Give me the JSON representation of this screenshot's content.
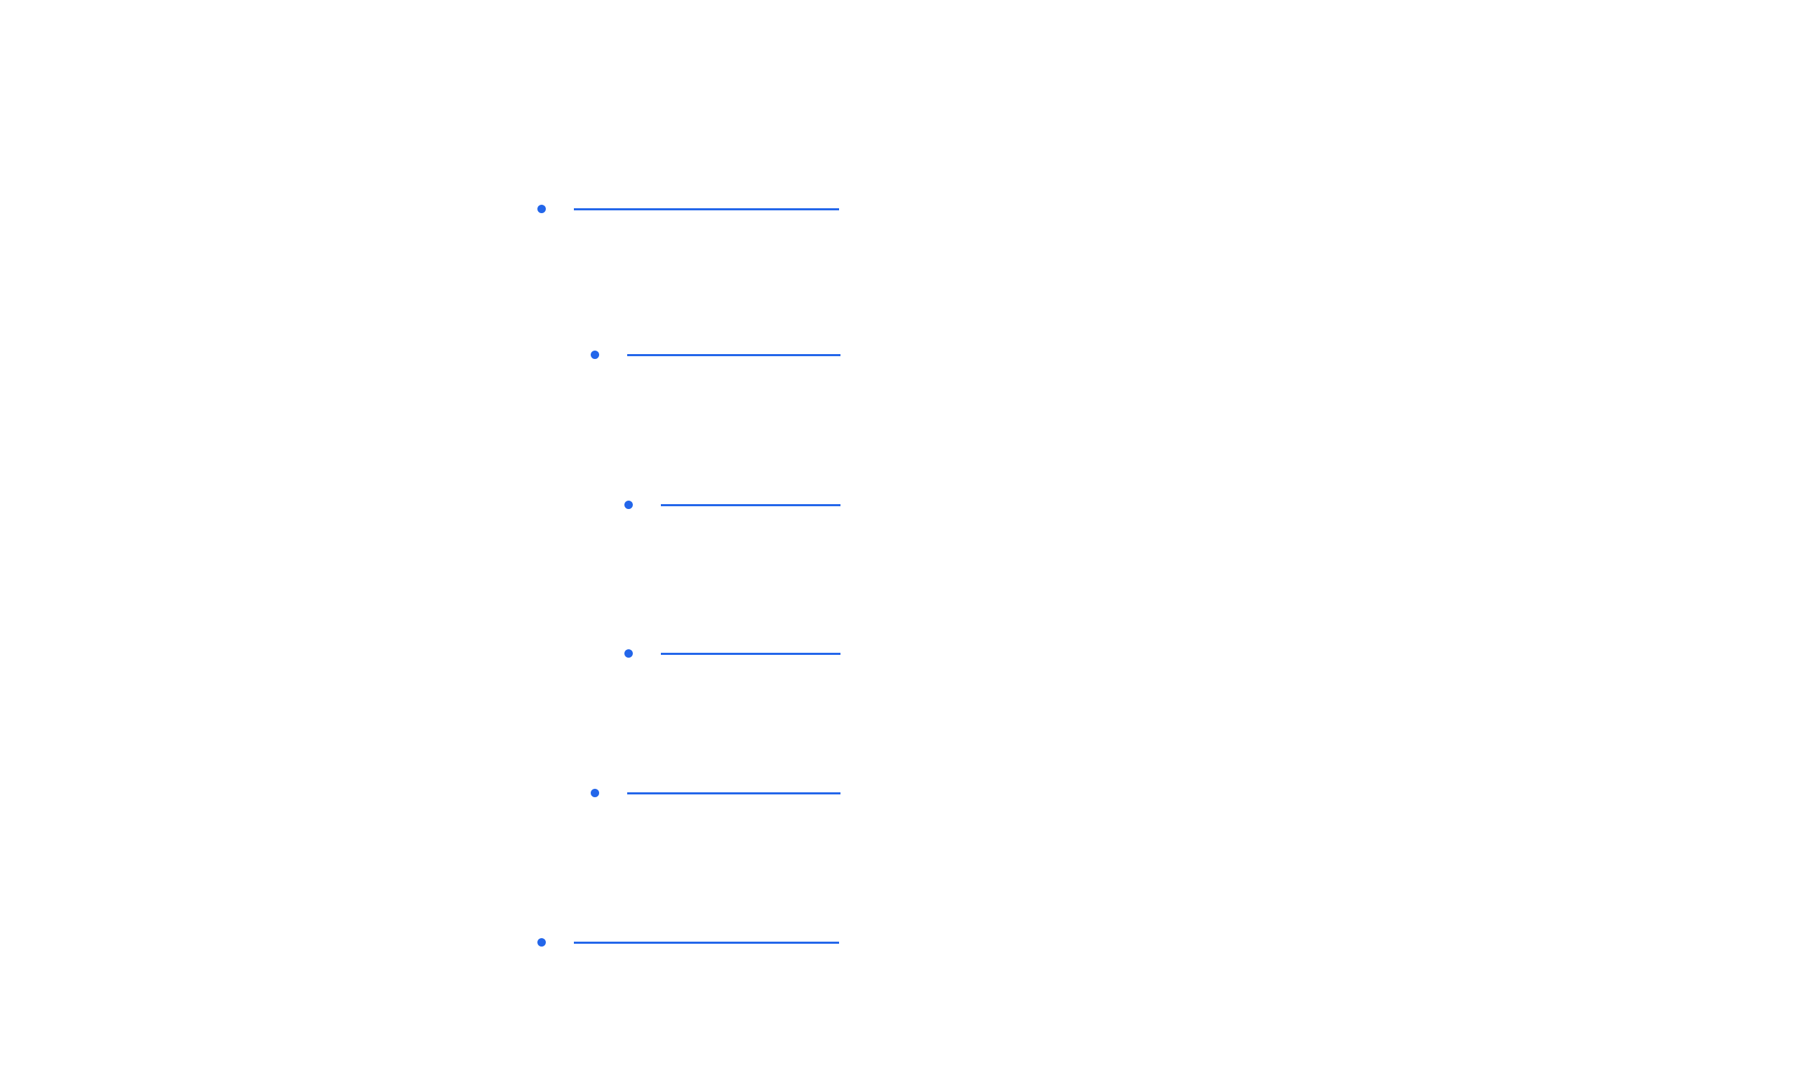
{
  "colors": {
    "accent": "#2366ea",
    "background": "#ffffff"
  },
  "list": {
    "items": [
      {
        "level": 1,
        "label": ""
      },
      {
        "level": 2,
        "label": ""
      },
      {
        "level": 3,
        "label": ""
      },
      {
        "level": 3,
        "label": ""
      },
      {
        "level": 2,
        "label": ""
      },
      {
        "level": 1,
        "label": ""
      }
    ]
  }
}
